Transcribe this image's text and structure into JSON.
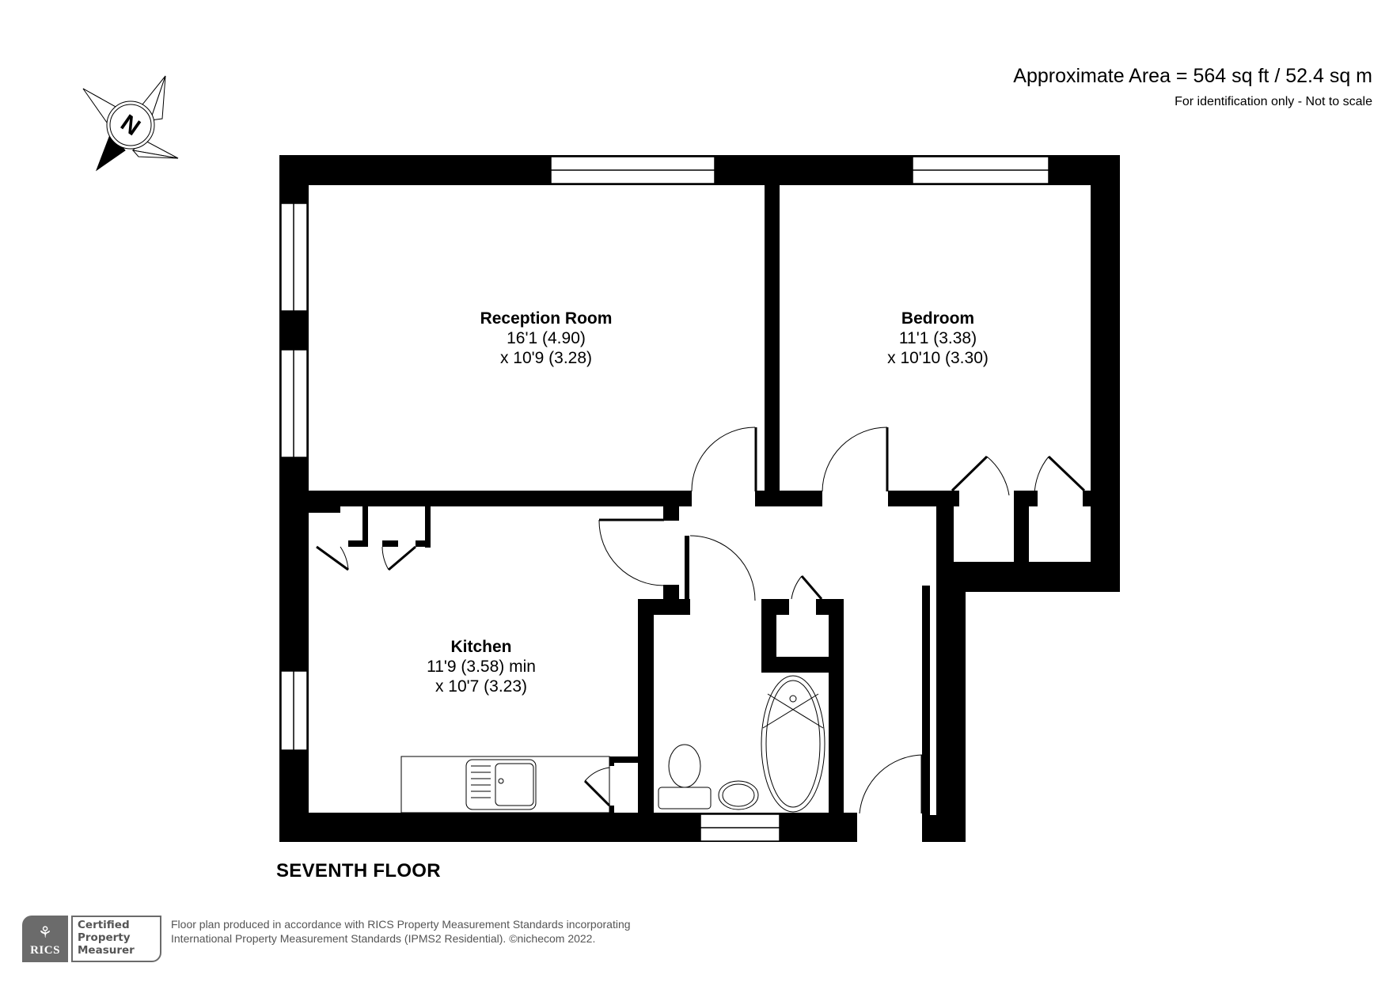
{
  "header": {
    "area_title": "Approximate Area = 564 sq ft / 52.4 sq m",
    "area_subtitle": "For identification only - Not to scale"
  },
  "compass": {
    "icon": "north-compass-icon",
    "label": "N"
  },
  "rooms": [
    {
      "name": "Reception Room",
      "dim1": "16'1 (4.90)",
      "dim2": "x 10'9 (3.28)"
    },
    {
      "name": "Bedroom",
      "dim1": "11'1 (3.38)",
      "dim2": "x 10'10 (3.30)"
    },
    {
      "name": "Kitchen",
      "dim1": "11'9 (3.58) min",
      "dim2": "x 10'7 (3.23)"
    }
  ],
  "floor": {
    "label": "SEVENTH FLOOR"
  },
  "footer": {
    "badge_org": "RICS",
    "badge_lines": [
      "Certified",
      "Property",
      "Measurer"
    ],
    "line1": "Floor plan produced in accordance with RICS Property Measurement Standards incorporating",
    "line2": "International Property Measurement Standards (IPMS2 Residential).   ©nichecom 2022."
  },
  "colors": {
    "wall": "#000000",
    "background": "#ffffff",
    "badge_grey": "#6b6b6b",
    "footer_text": "#555555"
  }
}
